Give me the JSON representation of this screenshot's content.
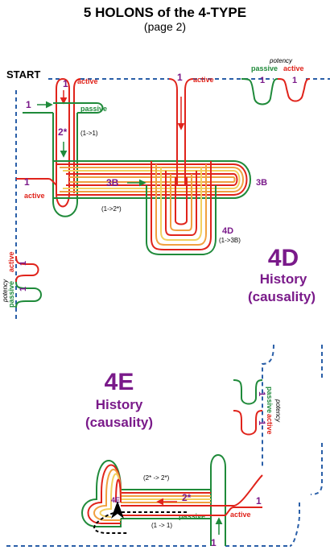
{
  "header": {
    "title": "5  HOLONS of the 4-TYPE",
    "subtitle": "(page 2)"
  },
  "labels": {
    "start": "START",
    "active": "active",
    "passive": "passive",
    "potency": "potency",
    "one": "1",
    "two_star": "2*",
    "three_b": "3B",
    "four_d": "4D",
    "four_e": "4E",
    "one_to_one_a": "(1->1)",
    "one_to_two_star": "(1->2*)",
    "one_to_three_b": "(1->3B)",
    "two_star_to_two_star": "(2* -> 2*)",
    "one_to_one_b": "(1 -> 1)"
  },
  "panel_4d": {
    "big": "4D",
    "line1": "History",
    "line2": "(causality)"
  },
  "panel_4e": {
    "big": "4E",
    "line1": "History",
    "line2": "(causality)"
  },
  "colors": {
    "red": "#e0231b",
    "green": "#1f8a3a",
    "orange": "#f0a040",
    "yellow": "#f2d060",
    "purple": "#7a1a8a",
    "blue_dash": "#2a5fa8"
  }
}
